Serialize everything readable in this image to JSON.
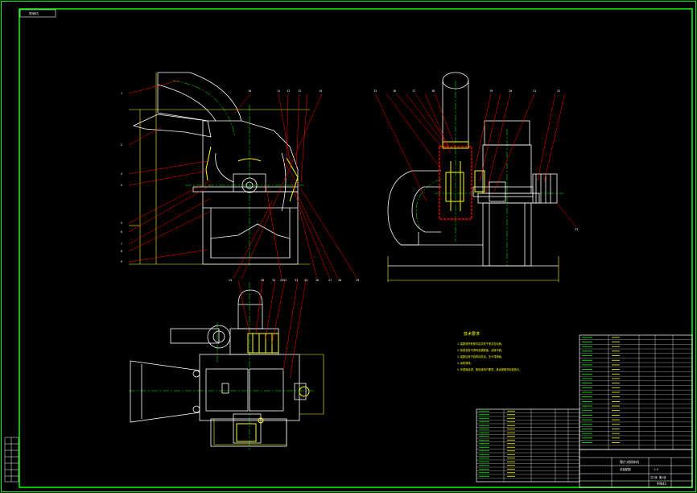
{
  "colors": {
    "background": "#000000",
    "border": "#00ff00",
    "outline": "#ffffff",
    "highlight": "#ff0000",
    "centerline": "#00ff00",
    "dimension": "#ffff00",
    "leader": "#ff0000",
    "hatch": "#ffff00"
  },
  "drawing": {
    "top_left_tag": "99041",
    "technical_requirements_title": "技术要求",
    "technical_requirements": [
      "1.装配前所有零件应清洗干净并去毛刺。",
      "2.各密封处不得有渗漏现象，运转平稳。",
      "3.装配后转子应转动灵活，无卡滞现象。",
      "4.涂防锈漆。",
      "5.外表面涂漆，颜色按用户要求，其余按相关标准执行。"
    ],
    "title_block": {
      "title": "锤片式粉碎机",
      "subtitle": "总装配图",
      "scale": "1:5",
      "sheet": "共1张 第1张",
      "drawing_no": "99041"
    },
    "bom_left_rows": 20,
    "bom_right_rows": 25,
    "balloon_labels": [
      "1",
      "2",
      "3",
      "4",
      "5",
      "6",
      "7",
      "8",
      "9",
      "10",
      "11",
      "12",
      "13",
      "14",
      "15",
      "16",
      "17",
      "18",
      "19",
      "20",
      "21",
      "22",
      "23",
      "24",
      "25",
      "26",
      "27",
      "28",
      "29",
      "30",
      "31",
      "32",
      "33",
      "34"
    ]
  }
}
